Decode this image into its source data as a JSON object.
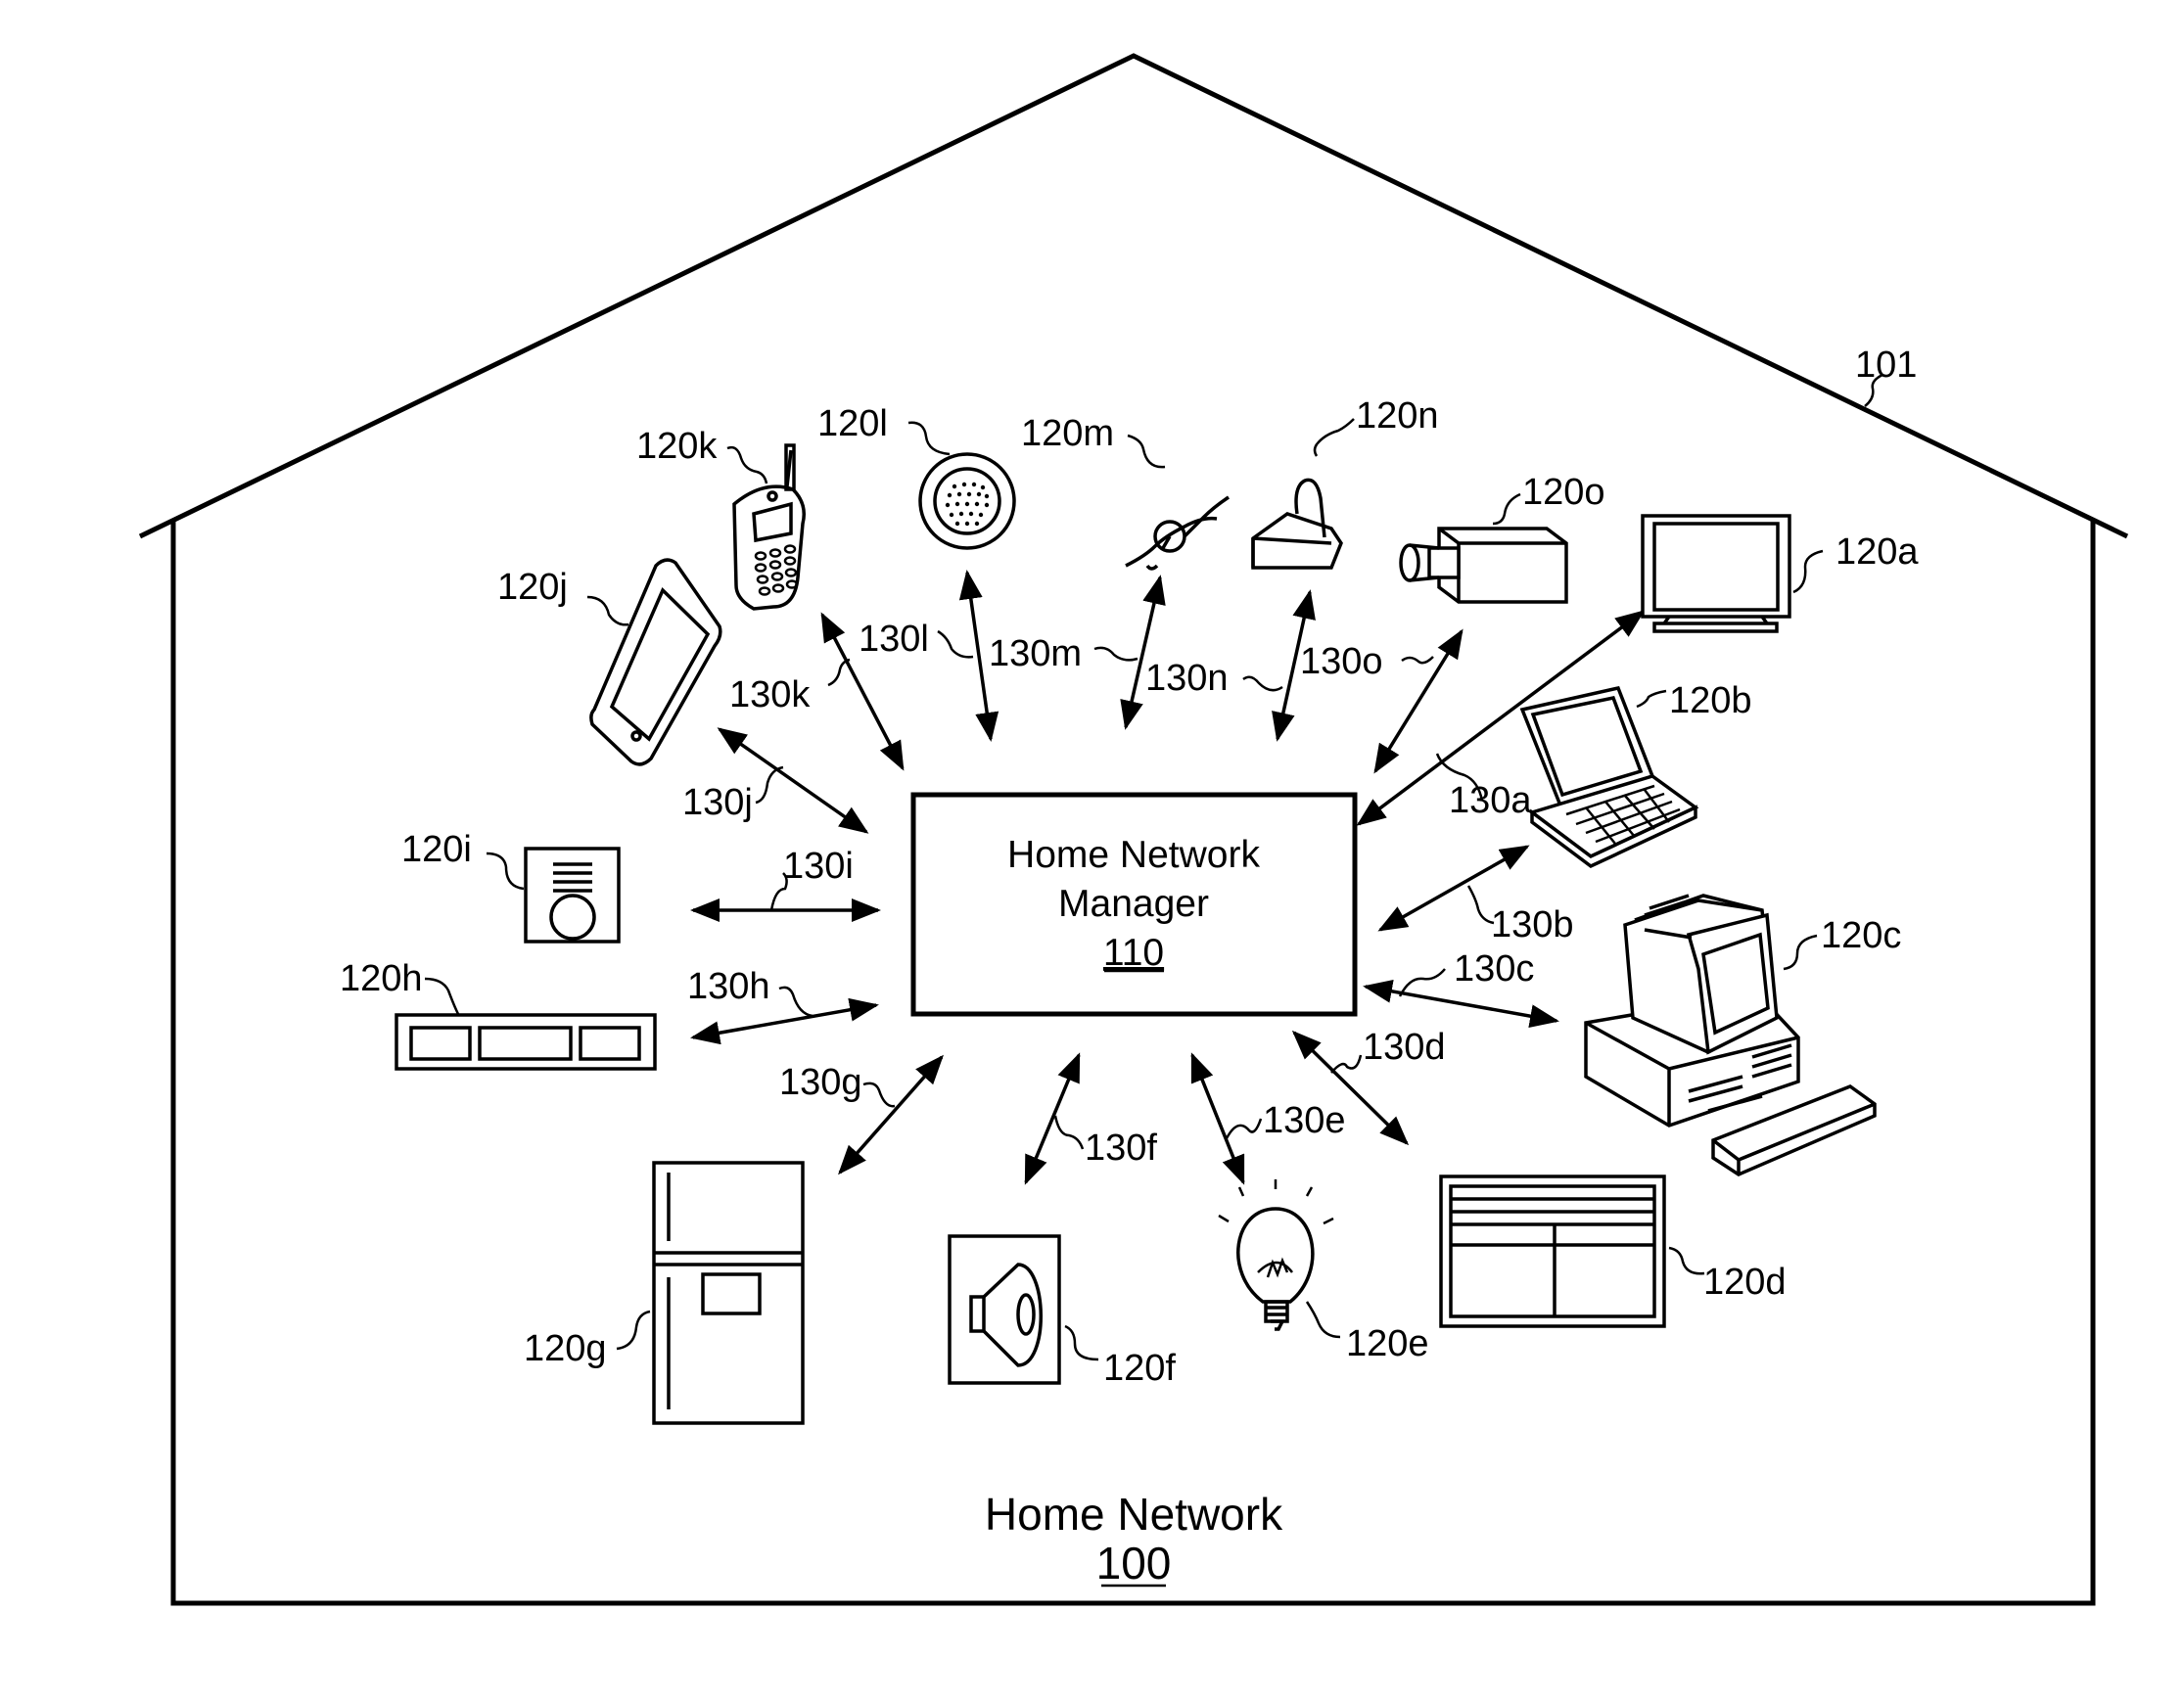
{
  "figure": {
    "house_label": "101",
    "title": "Home Network",
    "title_number": "100",
    "manager": {
      "line1": "Home Network",
      "line2": "Manager",
      "number": "110"
    },
    "devices": {
      "120a": {
        "label": "120a",
        "icon": "television-icon"
      },
      "120b": {
        "label": "120b",
        "icon": "laptop-icon"
      },
      "120c": {
        "label": "120c",
        "icon": "desktop-computer-icon"
      },
      "120d": {
        "label": "120d",
        "icon": "window-icon"
      },
      "120e": {
        "label": "120e",
        "icon": "light-bulb-icon"
      },
      "120f": {
        "label": "120f",
        "icon": "speaker-icon"
      },
      "120g": {
        "label": "120g",
        "icon": "refrigerator-icon"
      },
      "120h": {
        "label": "120h",
        "icon": "set-top-box-icon"
      },
      "120i": {
        "label": "120i",
        "icon": "intercom-icon"
      },
      "120j": {
        "label": "120j",
        "icon": "tablet-icon"
      },
      "120k": {
        "label": "120k",
        "icon": "mobile-phone-icon"
      },
      "120l": {
        "label": "120l",
        "icon": "smoke-detector-icon"
      },
      "120m": {
        "label": "120m",
        "icon": "thermostat-sensor-icon"
      },
      "120n": {
        "label": "120n",
        "icon": "alarm-icon"
      },
      "120o": {
        "label": "120o",
        "icon": "security-camera-icon"
      }
    },
    "links": {
      "130a": "130a",
      "130b": "130b",
      "130c": "130c",
      "130d": "130d",
      "130e": "130e",
      "130f": "130f",
      "130g": "130g",
      "130h": "130h",
      "130i": "130i",
      "130j": "130j",
      "130k": "130k",
      "130l": "130l",
      "130m": "130m",
      "130n": "130n",
      "130o": "130o"
    }
  }
}
